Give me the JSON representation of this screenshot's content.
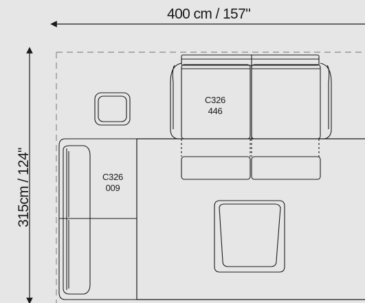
{
  "dimensions": {
    "width_label": "400 cm / 157\"",
    "depth_label": "315cm  / 124\""
  },
  "modules": {
    "top_sofa": {
      "code": "C326",
      "variant": "446"
    },
    "left_sofa": {
      "code": "C326",
      "variant": "009"
    }
  },
  "colors": {
    "background": "#e6e6e6",
    "line": "#1a1a1a",
    "dashed": "#8a8a8a"
  }
}
